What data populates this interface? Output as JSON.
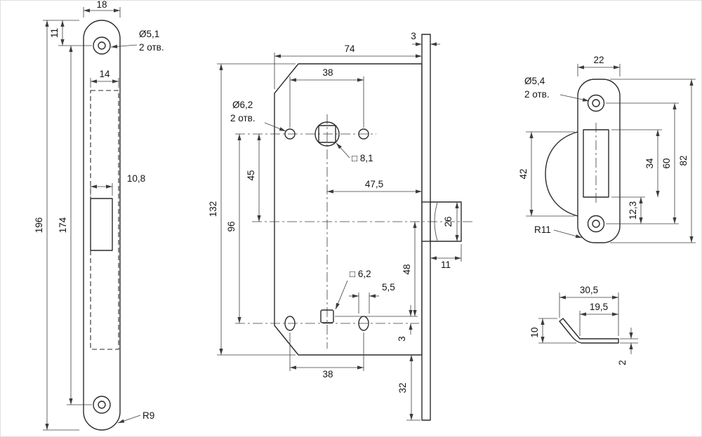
{
  "drawing": {
    "faceplate": {
      "width": "18",
      "height": "196",
      "hole_spacing": "174",
      "hole_offset": "11",
      "body_width": "14",
      "latch_width": "10,8",
      "hole_dia": "Ø5,1",
      "hole_qty": "2 отв.",
      "corner_r": "R9"
    },
    "lock_body": {
      "width": "74",
      "upper_hole_spacing": "38",
      "faceplate_thickness": "3",
      "hole_dia": "Ø6,2",
      "hole_qty": "2 отв.",
      "spindle_square": "□ 8,1",
      "spindle_to_center": "45",
      "hole_rows_spacing": "96",
      "height": "132",
      "backset": "47,5",
      "latch_height": "26",
      "latch_protrusion": "11",
      "center_to_key_row": "48",
      "lower_square": "□ 6,2",
      "slot_width": "5,5",
      "square_row_offset": "3",
      "lower_hole_spacing": "38",
      "faceplate_bottom_ext": "32"
    },
    "strike_plate": {
      "width": "22",
      "hole_dia": "Ø5,4",
      "hole_qty": "2 отв.",
      "lip_span": "42",
      "opening_to_hole": "12,3",
      "opening_height": "34",
      "hole_spacing": "60",
      "height": "82",
      "corner_r": "R11"
    },
    "strike_profile": {
      "overall_width": "30,5",
      "flat_length": "19,5",
      "lip_height": "10",
      "thickness": "2"
    }
  }
}
